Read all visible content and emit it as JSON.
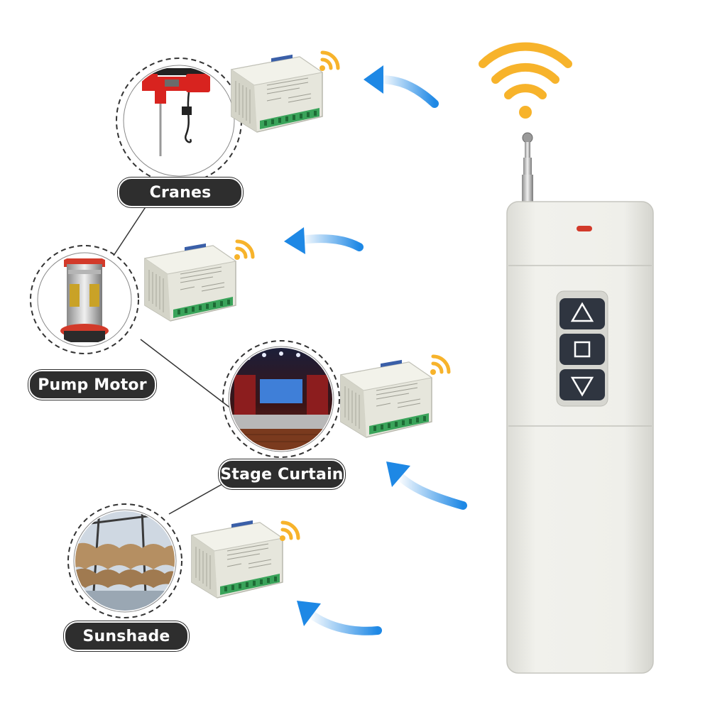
{
  "labels": {
    "cranes": "Cranes",
    "pump_motor": "Pump Motor",
    "stage_curtain": "Stage Curtain",
    "sunshade": "Sunshade"
  },
  "remote": {
    "buttons": [
      "up-triangle-icon",
      "stop-square-icon",
      "down-triangle-icon"
    ]
  },
  "colors": {
    "signal": "#f7b32b",
    "arrow": "#1e88e5",
    "label_bg": "#2e2e2e",
    "remote_body": "#ecece6",
    "button": "#2f3540",
    "terminal": "#3aa35a"
  }
}
